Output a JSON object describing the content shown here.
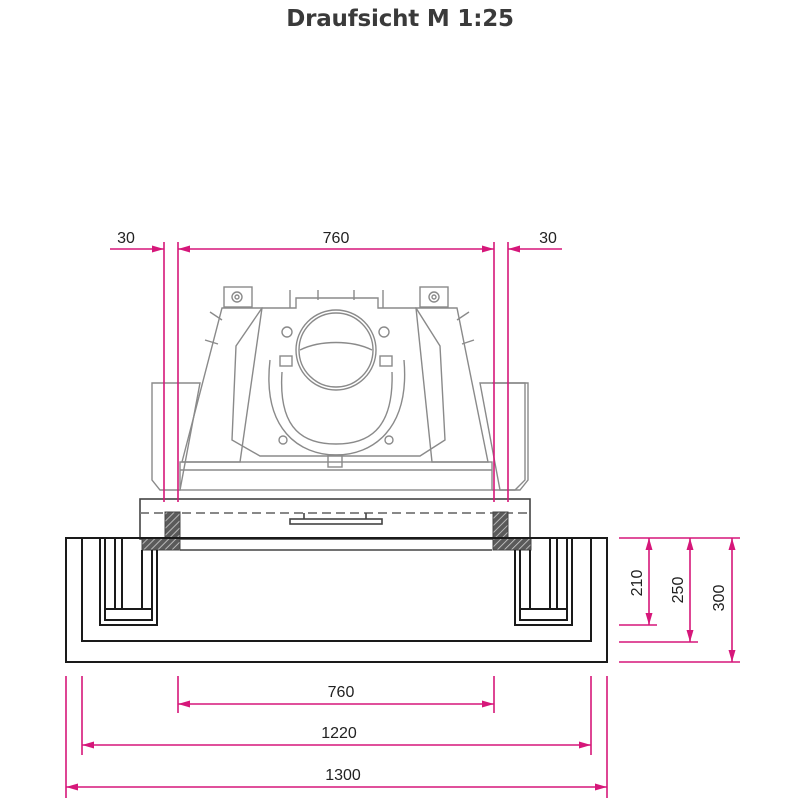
{
  "title": "Draufsicht M 1:25",
  "colors": {
    "dimension": "#d6177a",
    "outline_dark": "#1a1a1a",
    "outline_gray": "#8a8a8a",
    "title": "#3a3a3a"
  },
  "dimensions": {
    "top": {
      "left_margin": "30",
      "inner_width": "760",
      "right_margin": "30"
    },
    "bottom": {
      "inner_width": "760",
      "mid_width": "1220",
      "outer_width": "1300"
    },
    "right": {
      "h1": "210",
      "h2": "250",
      "h3": "300"
    }
  },
  "drawing": {
    "view": "top-view",
    "scale": "M 1:25"
  }
}
